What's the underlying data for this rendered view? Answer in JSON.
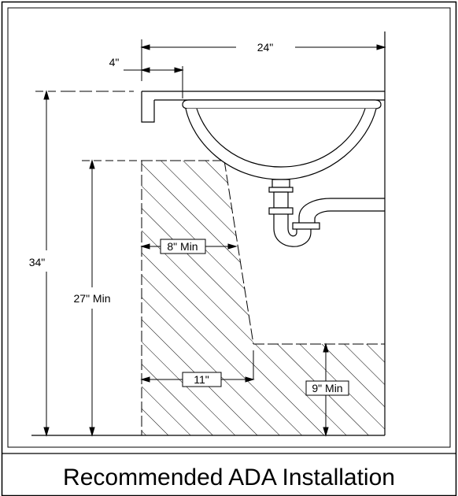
{
  "diagram": {
    "caption": "Recommended ADA Installation",
    "dimensions": {
      "counter_depth": "24\"",
      "overhang": "4\"",
      "total_height": "34\"",
      "knee_height": "27\" Min",
      "knee_depth": "8\" Min",
      "toe_depth": "11\"",
      "toe_height": "9\" Min"
    }
  }
}
